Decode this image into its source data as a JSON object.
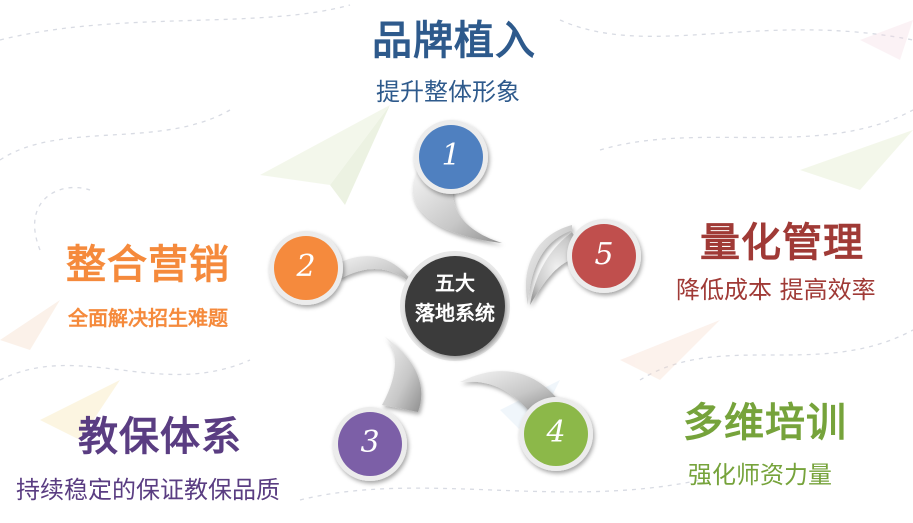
{
  "colors": {
    "step1": "#4f80c0",
    "step2": "#f58a3c",
    "step3": "#7b5ea7",
    "step4": "#8cb84a",
    "step5": "#c0504d",
    "center": "#3a3a3a",
    "title1": "#2e5a8c",
    "title2": "#f58a3c",
    "title3": "#5a3d82",
    "title4": "#76a33b",
    "title5": "#a03a36"
  },
  "center": {
    "line1": "五大",
    "line2": "落地系统"
  },
  "steps": [
    {
      "num": "1",
      "title": "品牌植入",
      "subtitle": "提升整体形象"
    },
    {
      "num": "2",
      "title": "整合营销",
      "subtitle": "全面解决招生难题"
    },
    {
      "num": "3",
      "title": "教保体系",
      "subtitle": "持续稳定的保证教保品质"
    },
    {
      "num": "4",
      "title": "多维培训",
      "subtitle": "强化师资力量"
    },
    {
      "num": "5",
      "title": "量化管理",
      "subtitle": "降低成本 提高效率"
    }
  ]
}
